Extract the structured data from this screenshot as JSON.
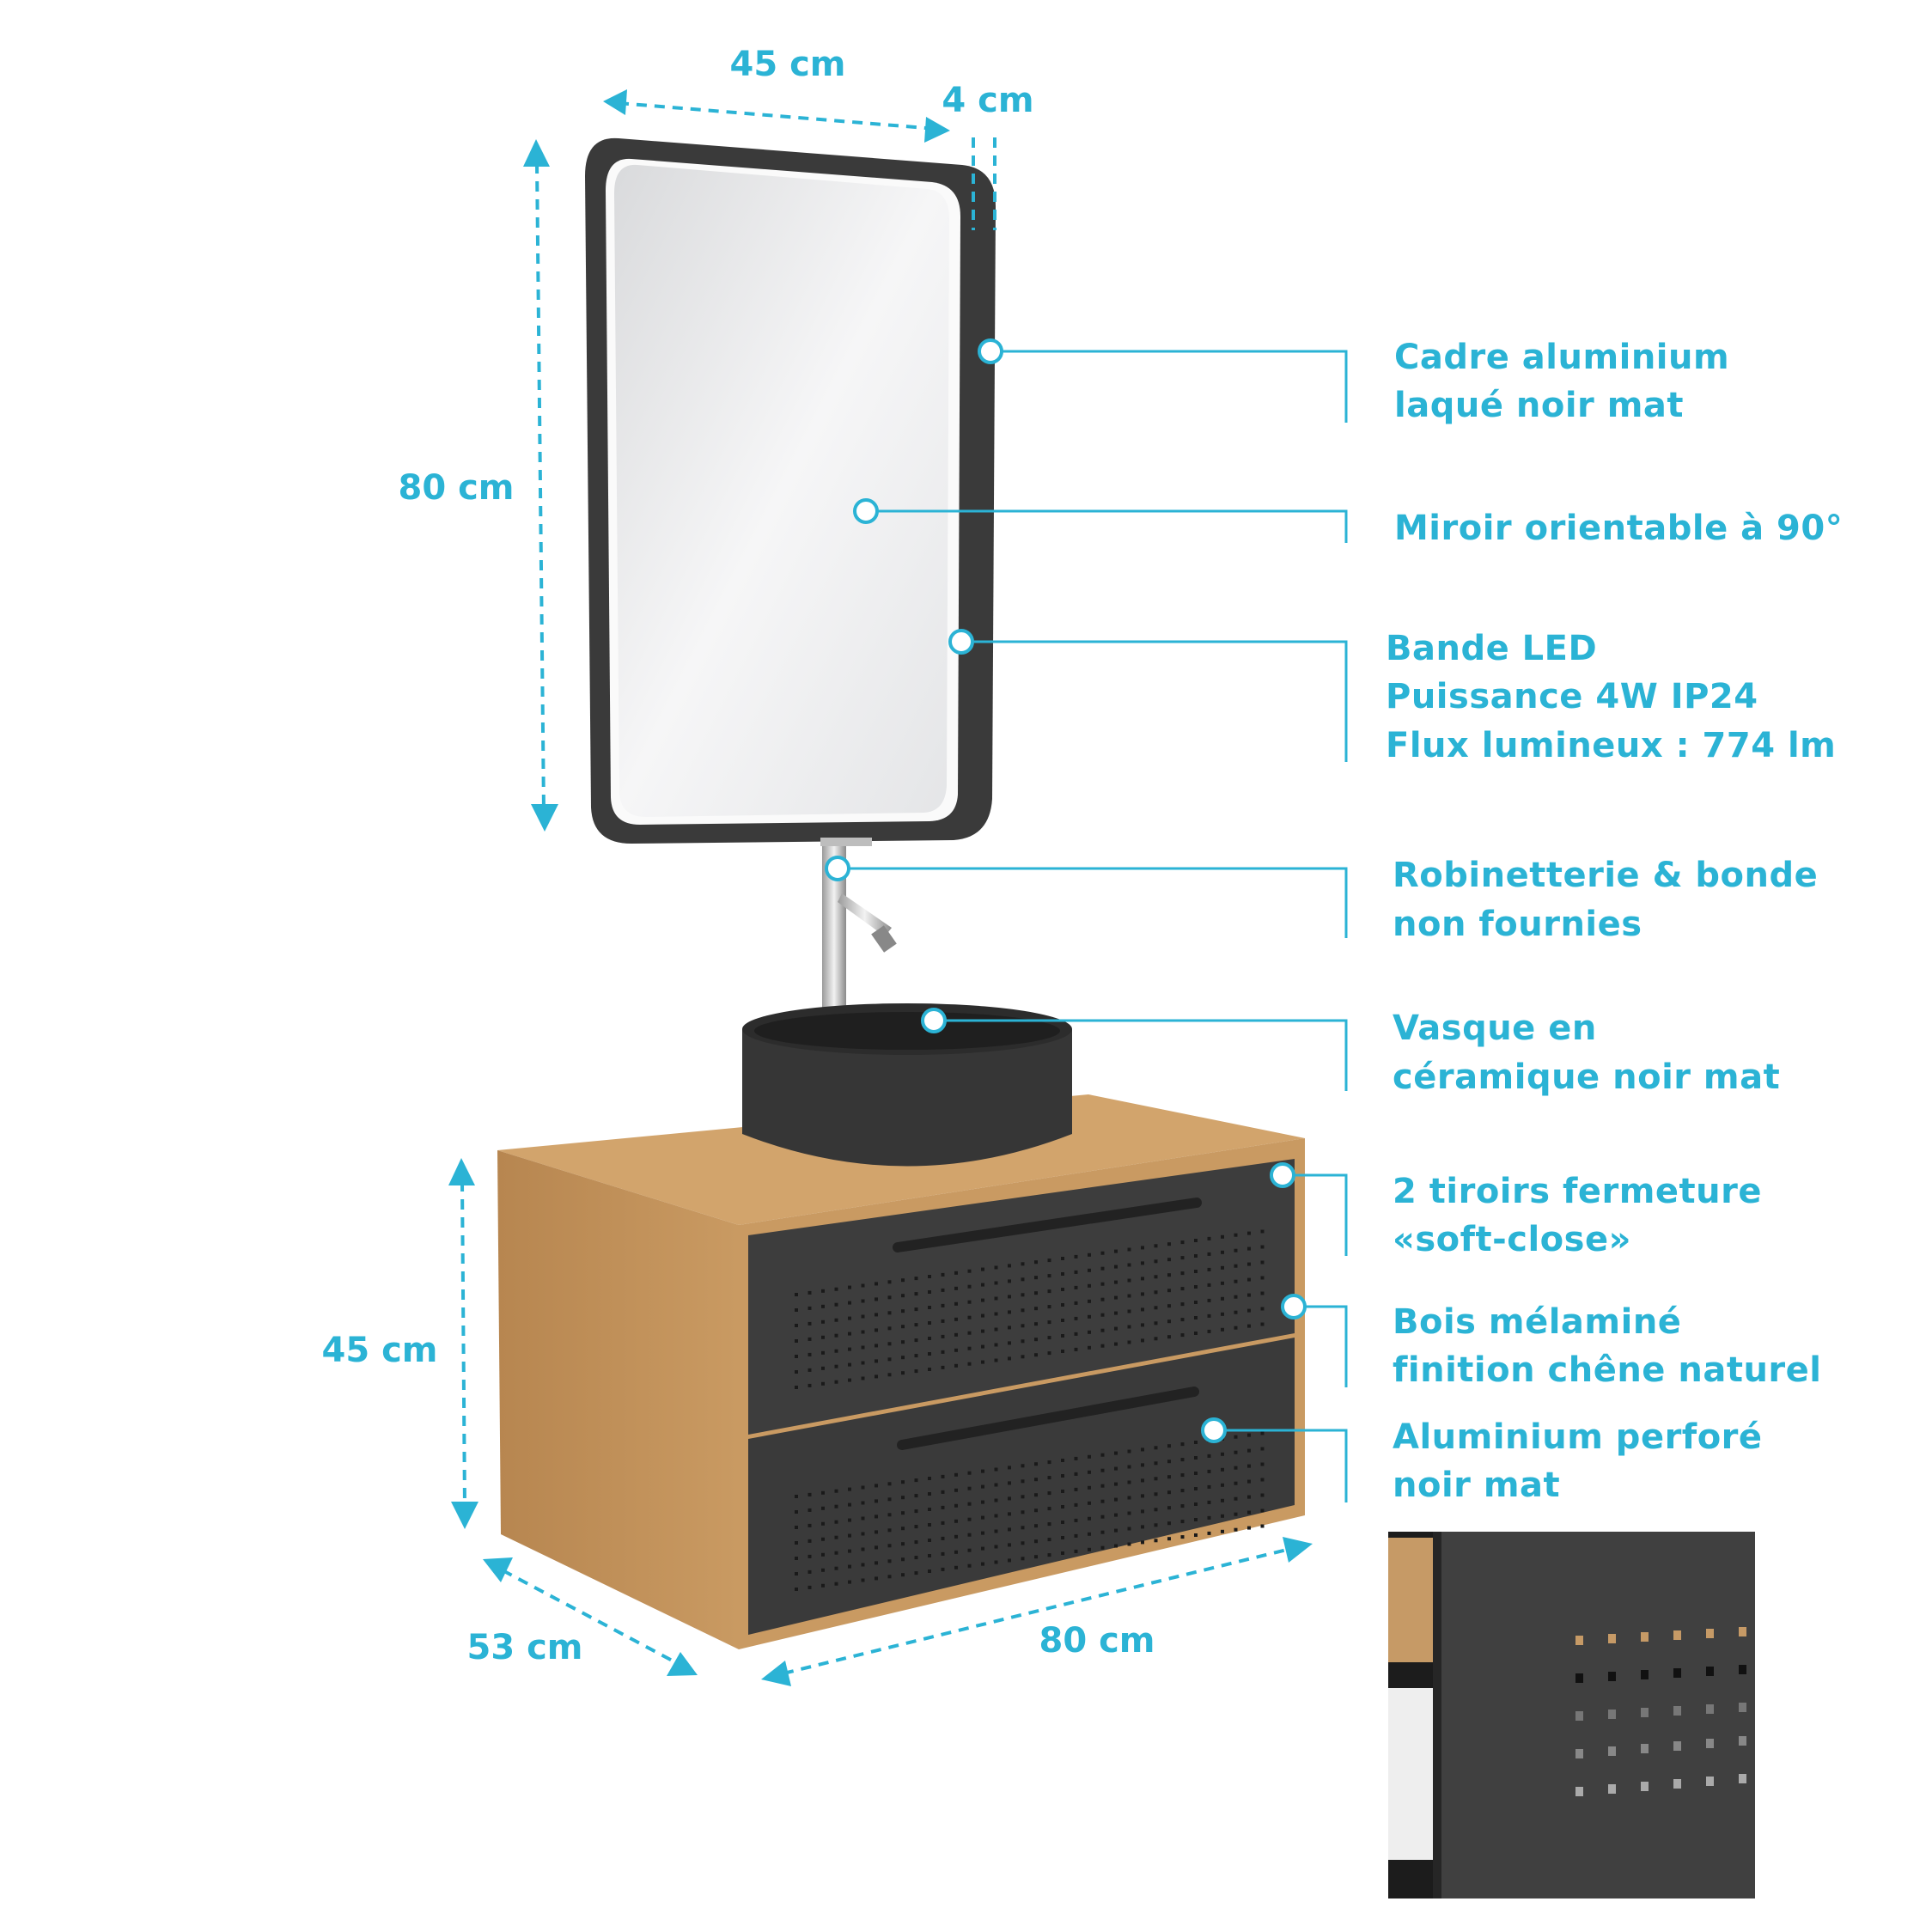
{
  "colors": {
    "accent": "#2bb3d5",
    "frame": "#3a3a3a",
    "wood": "#c8965c",
    "drawer": "#3c3c3c"
  },
  "dimensions": {
    "mirror_width": "45 cm",
    "mirror_depth": "4 cm",
    "mirror_height": "80 cm",
    "cabinet_height": "45 cm",
    "cabinet_depth": "53 cm",
    "cabinet_width": "80 cm"
  },
  "features": [
    {
      "lines": [
        "Cadre aluminium",
        "laqué noir mat"
      ]
    },
    {
      "lines": [
        "Miroir orientable à 90°"
      ]
    },
    {
      "lines": [
        "Bande LED",
        "Puissance 4W IP24",
        "Flux lumineux : 774 lm"
      ]
    },
    {
      "lines": [
        "Robinetterie & bonde",
        "non fournies"
      ]
    },
    {
      "lines": [
        "Vasque en",
        "céramique noir mat"
      ]
    },
    {
      "lines": [
        "2 tiroirs fermeture",
        "«soft-close»"
      ]
    },
    {
      "lines": [
        "Bois mélaminé",
        "finition chêne naturel"
      ]
    },
    {
      "lines": [
        "Aluminium perforé",
        "noir mat"
      ]
    }
  ]
}
